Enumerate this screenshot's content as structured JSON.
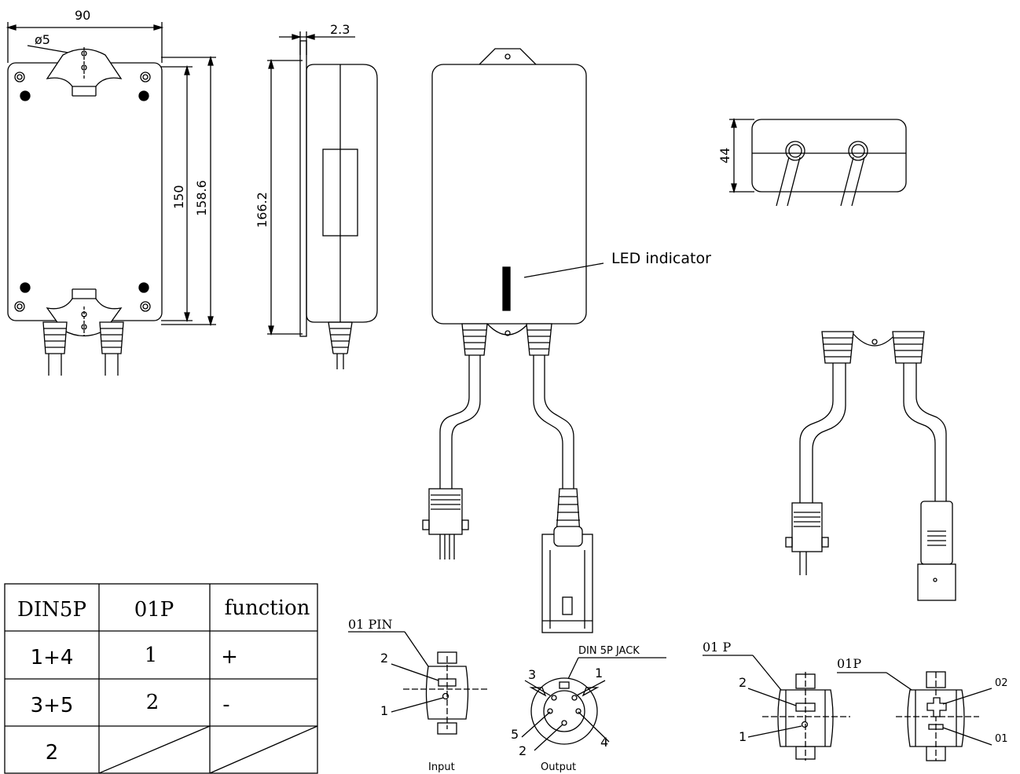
{
  "dimensions": {
    "width_label": "90",
    "hole_label": "ø5",
    "thickness_label": "2.3",
    "height_inner_label": "150",
    "height_outer_label": "158.6",
    "side_height_label": "166.2",
    "top_height_label": "44"
  },
  "callouts": {
    "led_indicator": "LED indicator"
  },
  "connector_views": {
    "input_01pin": {
      "title": "01 PIN",
      "pin_labels": [
        "2",
        "1"
      ],
      "caption": "Input"
    },
    "output_din": {
      "title": "DIN  5P  JACK",
      "pin_labels": [
        "3",
        "1",
        "5",
        "2",
        "4"
      ],
      "caption": "Output"
    },
    "plug_01p_a": {
      "title": "01 P",
      "pin_labels": [
        "2",
        "1"
      ]
    },
    "plug_01p_b": {
      "title": "01P",
      "pin_labels": [
        "02",
        "01"
      ]
    }
  },
  "pin_table": {
    "headers": [
      "DIN5P",
      "01P",
      "function"
    ],
    "rows": [
      [
        "1+4",
        "1",
        "+"
      ],
      [
        "3+5",
        "2",
        "-"
      ],
      [
        "2",
        "",
        ""
      ]
    ]
  }
}
